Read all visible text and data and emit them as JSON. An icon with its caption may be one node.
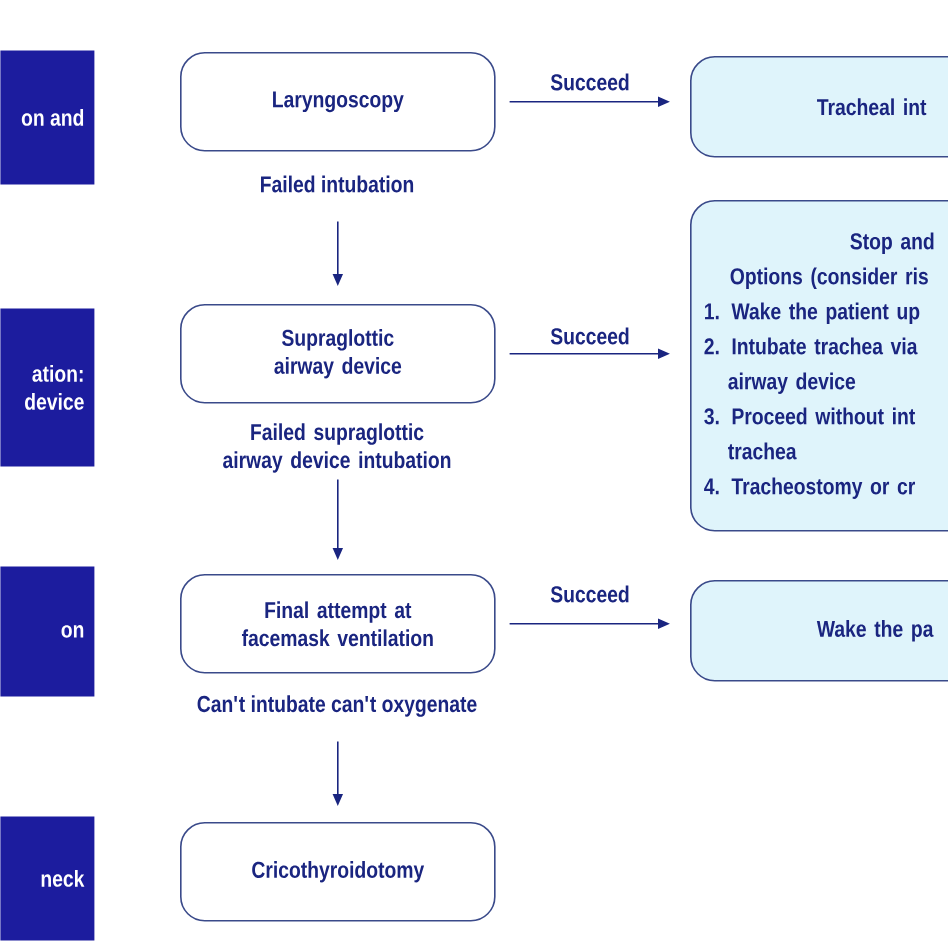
{
  "diagram": {
    "nodes": [
      {
        "text": [
          "on and"
        ]
      },
      {
        "text": [
          "Laryngoscopy"
        ]
      },
      {
        "text": [
          "Tracheal int"
        ]
      },
      {
        "text": [
          "ation: device"
        ]
      },
      {
        "text": [
          "Supraglottic airway device"
        ]
      },
      {
        "text": [
          "Stop and",
          "Options (consider ris",
          "1. Wake the patient up",
          "2. Intubate trachea via airway device",
          "3. Proceed without int trachea",
          "4. Tracheostomy or cr"
        ]
      },
      {
        "text": [
          "on"
        ]
      },
      {
        "text": [
          "Final attempt at facemask ventilation"
        ]
      },
      {
        "text": [
          "Wake the pa"
        ]
      },
      {
        "text": [
          "neck"
        ]
      },
      {
        "text": [
          "Cricothyroidotomy"
        ]
      }
    ],
    "edges": [
      {
        "from": 1,
        "to": 2,
        "arrow": "to",
        "label": "Succeed"
      },
      {
        "from": 1,
        "to": 4,
        "arrow": "to",
        "label": "Failed intubation"
      },
      {
        "from": 4,
        "to": 5,
        "arrow": "to",
        "label": "Succeed"
      },
      {
        "from": 4,
        "to": 7,
        "arrow": "to",
        "label": "Failed supraglottic airway device intubation"
      },
      {
        "from": 7,
        "to": 8,
        "arrow": "to",
        "label": "Succeed"
      },
      {
        "from": 7,
        "to": 10,
        "arrow": "to",
        "label": "Can't intubate can't oxygenate"
      }
    ]
  }
}
